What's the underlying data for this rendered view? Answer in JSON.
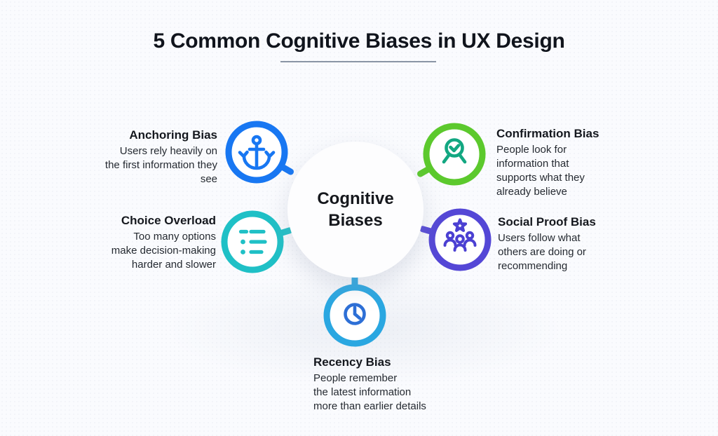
{
  "title": "5 Common Cognitive Biases in UX Design",
  "center": {
    "label": "Cognitive\nBiases"
  },
  "nodes": {
    "anchoring": {
      "heading": "Anchoring Bias",
      "description": "Users rely heavily on\nthe first information they\nsee",
      "icon": "anchor-icon",
      "ring_color": "#1877f2",
      "icon_color": "#1877f2"
    },
    "choice": {
      "heading": "Choice Overload",
      "description": "Too many options\nmake decision-making\nharder and slower",
      "icon": "bullet-list-icon",
      "ring_color": "#1fc0c6",
      "icon_color": "#1fc0c6"
    },
    "confirmation": {
      "heading": "Confirmation Bias",
      "description": "People look for\ninformation that\nsupports what they\nalready believe",
      "icon": "magnifier-check-icon",
      "ring_color": "#5cc92d",
      "icon_color": "#12a781"
    },
    "social": {
      "heading": "Social Proof Bias",
      "description": "Users follow what\nothers are doing  or\nrecommending",
      "icon": "people-star-icon",
      "ring_color": "#5447d6",
      "icon_color": "#4b40d2"
    },
    "recency": {
      "heading": "Recency Bias",
      "description": "People remember\nthe latest information\nmore than earlier details",
      "icon": "clock-icon",
      "ring_color": "#2aa7e1",
      "icon_color": "#2d6fd6"
    }
  }
}
